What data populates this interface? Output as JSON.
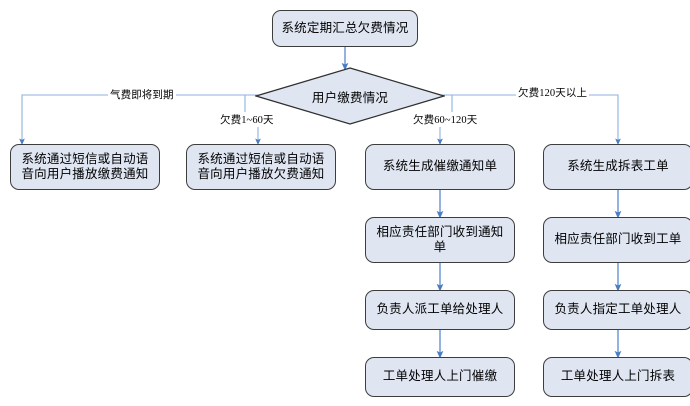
{
  "diagram": {
    "type": "flowchart",
    "title_node": "系统定期汇总欠费情况",
    "decision": "用户缴费情况",
    "edge_labels": {
      "branch1": "气费即将到期",
      "branch2": "欠费1~60天",
      "branch3": "欠费60~120天",
      "branch4": "欠费120天以上"
    },
    "branches": [
      {
        "label": "气费即将到期",
        "steps": [
          "系统通过短信或自动语音向用户播放缴费通知"
        ]
      },
      {
        "label": "欠费1~60天",
        "steps": [
          "系统通过短信或自动语音向用户播放欠费通知"
        ]
      },
      {
        "label": "欠费60~120天",
        "steps": [
          "系统生成催缴通知单",
          "相应责任部门收到通知单",
          "负责人派工单给处理人",
          "工单处理人上门催缴"
        ]
      },
      {
        "label": "欠费120天以上",
        "steps": [
          "系统生成拆表工单",
          "相应责任部门收到工单",
          "负责人指定工单处理人",
          "工单处理人上门拆表"
        ]
      }
    ],
    "colors": {
      "node_fill": "#dfe6f2",
      "node_border": "#3d3d3d",
      "connector": "#5b8bd0",
      "text": "#000000",
      "background": "#ffffff"
    }
  }
}
